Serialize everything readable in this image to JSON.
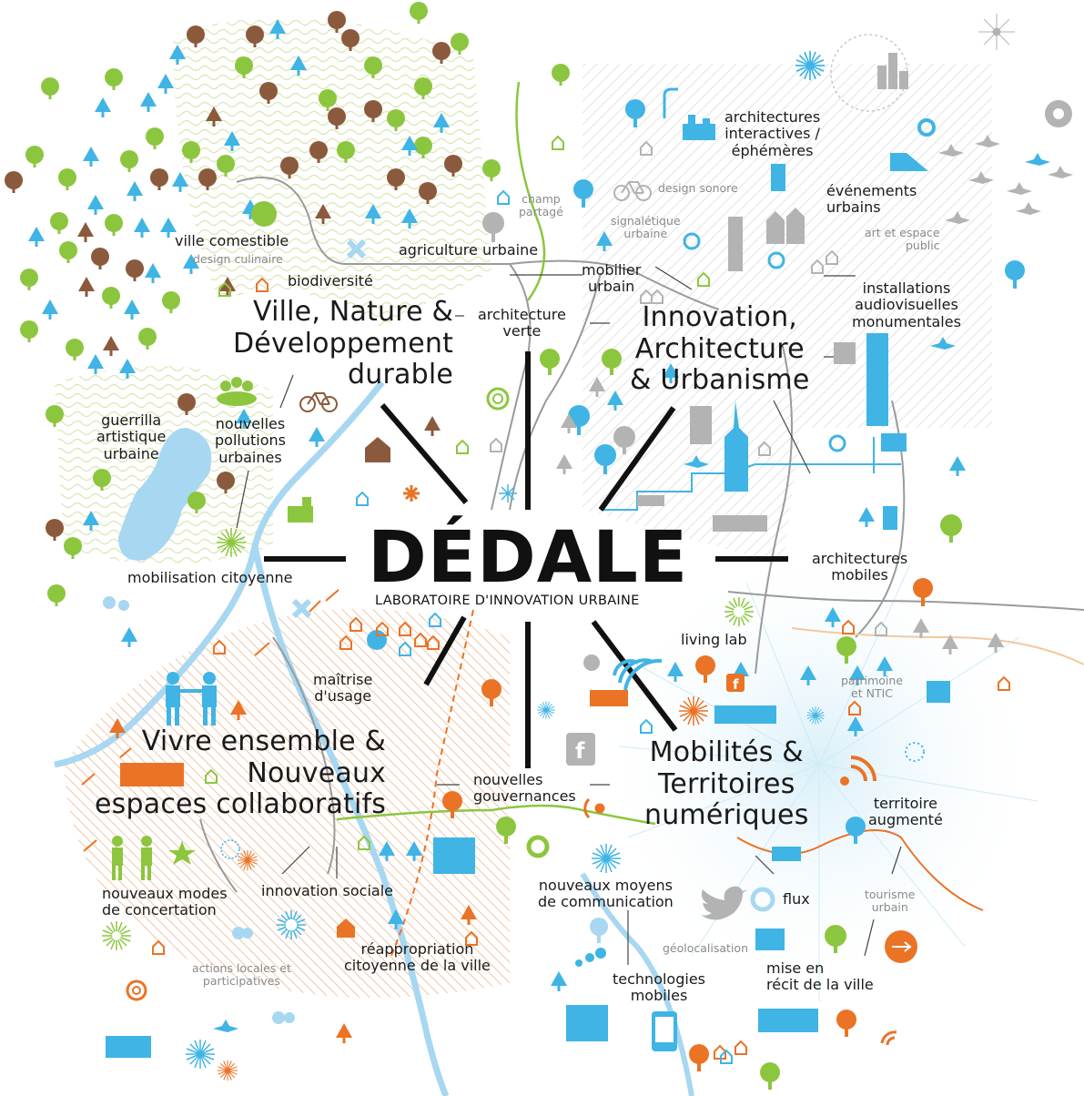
{
  "title": {
    "main": "DÉDALE",
    "subtitle": "LABORATOIRE D'INNOVATION URBAINE"
  },
  "themes": {
    "nature": "Ville, Nature &\nDéveloppement\ndurable",
    "innovation": "Innovation,\nArchitecture\n& Urbanisme",
    "vivre": "Vivre ensemble &\nNouveaux\nespaces collaboratifs",
    "mobilites": "Mobilités &\nTerritoires\nnumériques"
  },
  "labels": {
    "ville_comestible": "ville comestible",
    "design_culinaire": "design culinaire",
    "biodiversite": "biodiversité",
    "agriculture_urbaine": "agriculture urbaine",
    "champ_partage": "champ\npartagé",
    "architecture_verte": "architecture\nverte",
    "guerrilla": "guerrilla\nartistique\nurbaine",
    "nouvelles_pollutions": "nouvelles\npollutions\nurbaines",
    "mobilisation_citoyenne": "mobilisation citoyenne",
    "architectures_interactives": "architectures\ninteractives /\néphémères",
    "design_sonore": "design sonore",
    "signaletique_urbaine": "signalétique\nurbaine",
    "evenements_urbains": "événements\nurbains",
    "art_espace_public": "art et espace\npublic",
    "mobilier_urbain": "mobilier\nurbain",
    "installations_audiovisuelles": "installations\naudiovisuelles\nmonumentales",
    "architectures_mobiles": "architectures\nmobiles",
    "living_lab": "living lab",
    "patrimoine_ntic": "patrimoine\net NTIC",
    "territoire_augmente": "territoire\naugmenté",
    "tourisme_urbain": "tourisme\nurbain",
    "flux": "flux",
    "nouveaux_moyens": "nouveaux moyens\nde communication",
    "geolocalisation": "géolocalisation",
    "technologies_mobiles": "technologies\nmobiles",
    "mise_en_recit": "mise en\nrécit de la ville",
    "nouvelles_gouvernances": "nouvelles\ngouvernances",
    "maitrise_usage": "maîtrise\nd'usage",
    "nouveaux_modes": "nouveaux modes\nde concertation",
    "innovation_sociale": "innovation sociale",
    "actions_locales": "actions locales et\nparticipatives",
    "reappropriation": "réappropriation\ncitoyenne de la ville"
  },
  "colors": {
    "green": "#8cc63f",
    "brown": "#8b5a3c",
    "blue": "#3fb4e5",
    "orange": "#ea7325",
    "grey": "#b3b3b3",
    "ink": "#111111"
  },
  "icons": [
    "tree-icon",
    "bicycle-icon",
    "building-icon",
    "bird-icon",
    "facebook-icon",
    "twitter-icon",
    "wifi-icon",
    "people-icon",
    "house-icon",
    "sun-burst-icon",
    "usb-icon",
    "smartphone-icon"
  ]
}
